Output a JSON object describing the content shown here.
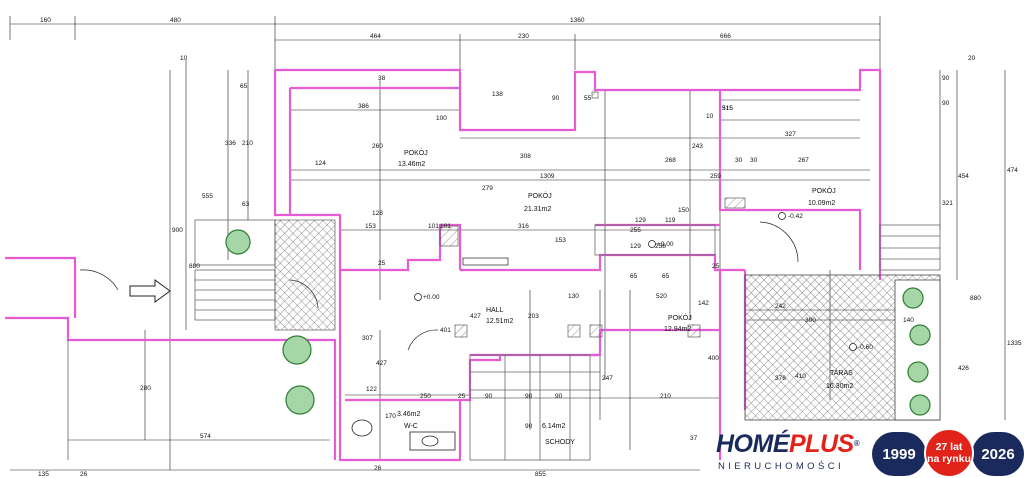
{
  "plan": {
    "dimensions_top": [
      "160",
      "480",
      "1360",
      "464",
      "230",
      "666",
      "20",
      "10"
    ],
    "dimensions_side": [
      "65",
      "336",
      "210",
      "63",
      "555",
      "900",
      "880",
      "90",
      "90",
      "454",
      "474",
      "321",
      "880",
      "426",
      "1335",
      "280"
    ],
    "dimensions_inner": [
      "386",
      "100",
      "260",
      "124",
      "308",
      "1309",
      "279",
      "128",
      "153",
      "101",
      "316",
      "153",
      "150",
      "129",
      "119",
      "255",
      "315",
      "327",
      "30",
      "30",
      "267",
      "268",
      "243",
      "259",
      "129",
      "258",
      "65",
      "65",
      "142",
      "300",
      "140",
      "242",
      "307",
      "427",
      "122",
      "250",
      "37",
      "170",
      "203",
      "25",
      "25",
      "90",
      "90",
      "90",
      "90",
      "210",
      "130",
      "247",
      "520",
      "401",
      "400",
      "410",
      "376",
      "427",
      "574",
      "855",
      "26",
      "135",
      "26",
      "38",
      "138",
      "90",
      "10",
      "515",
      "55",
      "25",
      "101"
    ],
    "rooms": [
      {
        "name": "POKÓJ",
        "area": "13.46m2"
      },
      {
        "name": "POKÓJ",
        "area": "21.31m2"
      },
      {
        "name": "POKÓJ",
        "area": "10.09m2"
      },
      {
        "name": "HALL",
        "area": "12.51m2"
      },
      {
        "name": "POKÓJ",
        "area": "12.94m2"
      },
      {
        "name": "TARAS",
        "area": "16.30m2"
      },
      {
        "name": "W-C",
        "area": "3.46m2"
      },
      {
        "name": "SCHODY",
        "area": "6.14m2"
      }
    ],
    "levels": [
      "+0.00",
      "+0.00",
      "-0.42",
      "-0.60"
    ]
  },
  "brand": {
    "name_part1": "HOMÉ",
    "name_part2": "PLUS",
    "registered": "®",
    "tagline": "NIERUCHOMOŚCI",
    "year_start": "1999",
    "anniversary_line1": "27 lat",
    "anniversary_line2": "na rynku",
    "year_end": "2026",
    "colors": {
      "navy": "#1b2a5c",
      "red": "#e2231a"
    }
  }
}
